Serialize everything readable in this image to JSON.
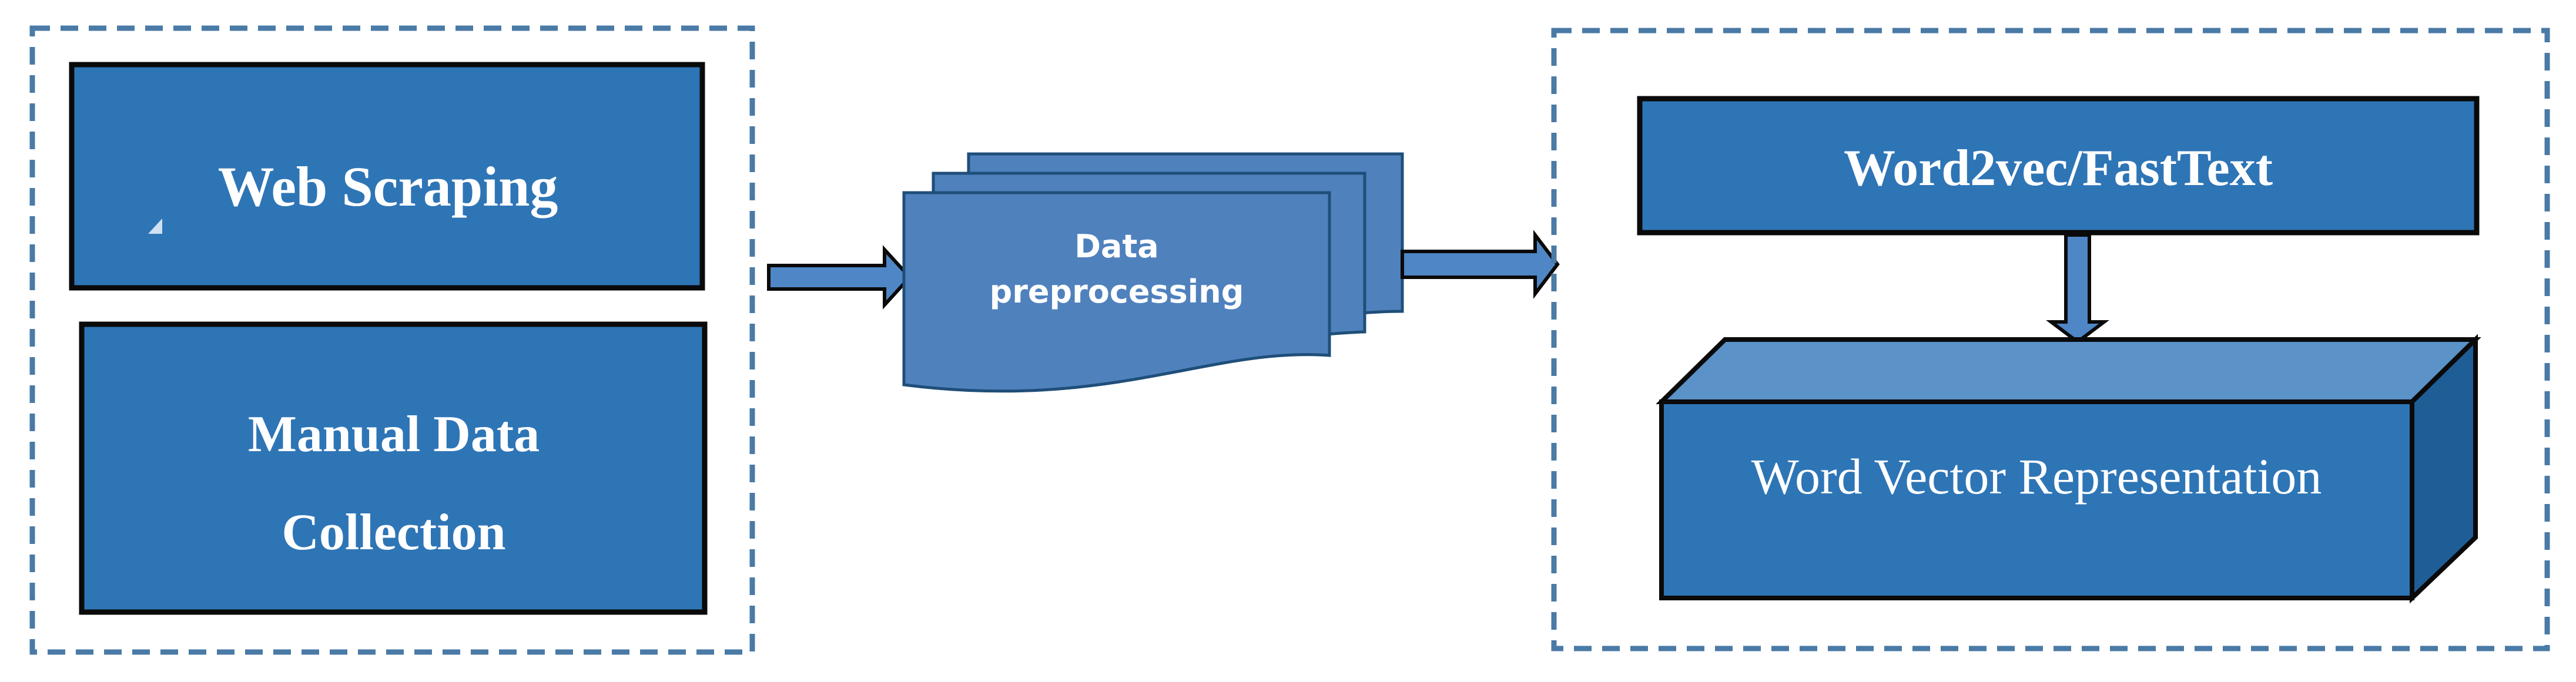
{
  "diagram": {
    "left_group": {
      "web_scraping": "Web Scraping",
      "manual_line1": "Manual Data",
      "manual_line2": "Collection"
    },
    "middle": {
      "line1": "Data",
      "line2": "preprocessing"
    },
    "right_group": {
      "embedding": "Word2vec/FastText",
      "representation": "Word Vector Representation"
    }
  },
  "colors": {
    "box_fill": "#2e75b6",
    "doc_fill": "#4f81bd",
    "cube_top": "#5b92c8",
    "cube_side": "#1f5d96",
    "stroke": "#0a0a0a",
    "dashed_border": "#4a7aa6",
    "arrow_fill": "#4f86c6"
  }
}
